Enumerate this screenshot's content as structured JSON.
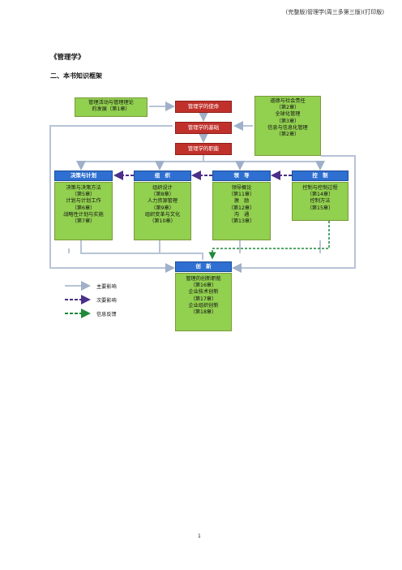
{
  "header": {
    "running_title": "(完整版)管理学(周三多第三版)(打印版)"
  },
  "doc": {
    "title": "《管理学》",
    "section": "二、本书知识框架",
    "page_number": "1"
  },
  "diagram": {
    "history": [
      "管理活动与管理理论",
      "的发展（第1章）"
    ],
    "red_boxes": [
      "管理学的使命",
      "管理学的基础",
      "管理学的职能"
    ],
    "right_stack": [
      "道德与社会责任",
      "（第2章）",
      "全球化管理",
      "（第3章）",
      "信息与信息化管理",
      "（第2章）"
    ],
    "functions": [
      {
        "name": "决策与计划",
        "items": [
          "决策与决策方法",
          "（第5章）",
          "计划与计划工作",
          "（第6章）",
          "战略性计划与实施",
          "（第7章）"
        ]
      },
      {
        "name": "组　织",
        "items": [
          "组织设计",
          "（第8章）",
          "人力资源管理",
          "（第9章）",
          "组织变革与文化",
          "（第10章）"
        ]
      },
      {
        "name": "领　导",
        "items": [
          "领导概论",
          "（第11章）",
          "激　励",
          "（第12章）",
          "沟　通",
          "（第13章）"
        ]
      },
      {
        "name": "控　制",
        "items": [
          "控制与控制过程",
          "（第14章）",
          "控制方法",
          "（第15章）"
        ]
      }
    ],
    "innovation": {
      "name": "创　新",
      "items": [
        "管理的创新职能",
        "（第16章）",
        "企业技术创新",
        "（第17章）",
        "企业组织创新",
        "（第18章）"
      ]
    }
  },
  "legend": {
    "main": "主要影响",
    "secondary": "次要影响",
    "feedback": "信息反馈"
  },
  "colors": {
    "green": "#92d050",
    "red": "#c0312b",
    "blue": "#2e6fd1",
    "arrow_gray": "#b8c4d6",
    "dash_purple": "#4b2f8a",
    "dash_green": "#1f8a3a"
  }
}
